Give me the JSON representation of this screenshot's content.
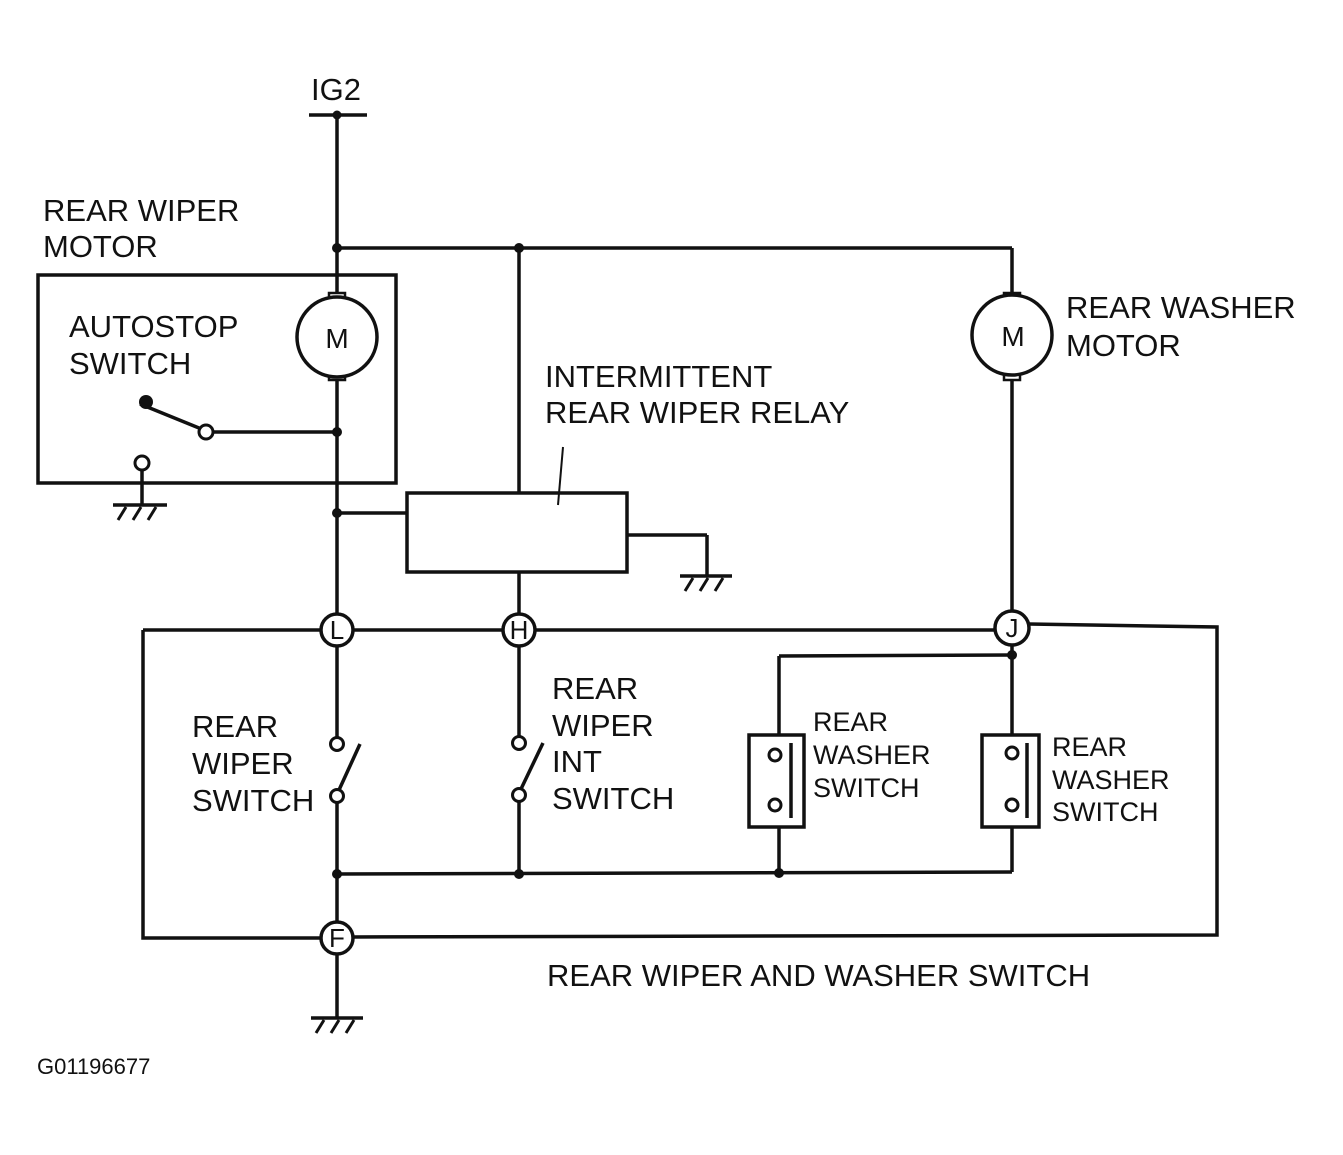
{
  "supply": {
    "label": "IG2"
  },
  "rear_wiper_motor": {
    "title_line1": "REAR WIPER",
    "title_line2": "MOTOR",
    "motor_symbol": "M",
    "autostop_line1": "AUTOSTOP",
    "autostop_line2": "SWITCH"
  },
  "rear_washer_motor": {
    "title_line1": "REAR WASHER",
    "title_line2": "MOTOR",
    "motor_symbol": "M"
  },
  "relay": {
    "line1": "INTERMITTENT",
    "line2": "REAR WIPER RELAY"
  },
  "terminals": {
    "L": "L",
    "H": "H",
    "J": "J",
    "F": "F"
  },
  "rear_wiper_switch": {
    "line1": "REAR",
    "line2": "WIPER",
    "line3": "SWITCH"
  },
  "rear_wiper_int_switch": {
    "line1": "REAR",
    "line2": "WIPER",
    "line3": "INT",
    "line4": "SWITCH"
  },
  "rear_washer_switch_1": {
    "line1": "REAR",
    "line2": "WASHER",
    "line3": "SWITCH"
  },
  "rear_washer_switch_2": {
    "line1": "REAR",
    "line2": "WASHER",
    "line3": "SWITCH"
  },
  "combo_switch": {
    "label": "REAR WIPER AND WASHER SWITCH"
  },
  "figure_code": "G01196677"
}
